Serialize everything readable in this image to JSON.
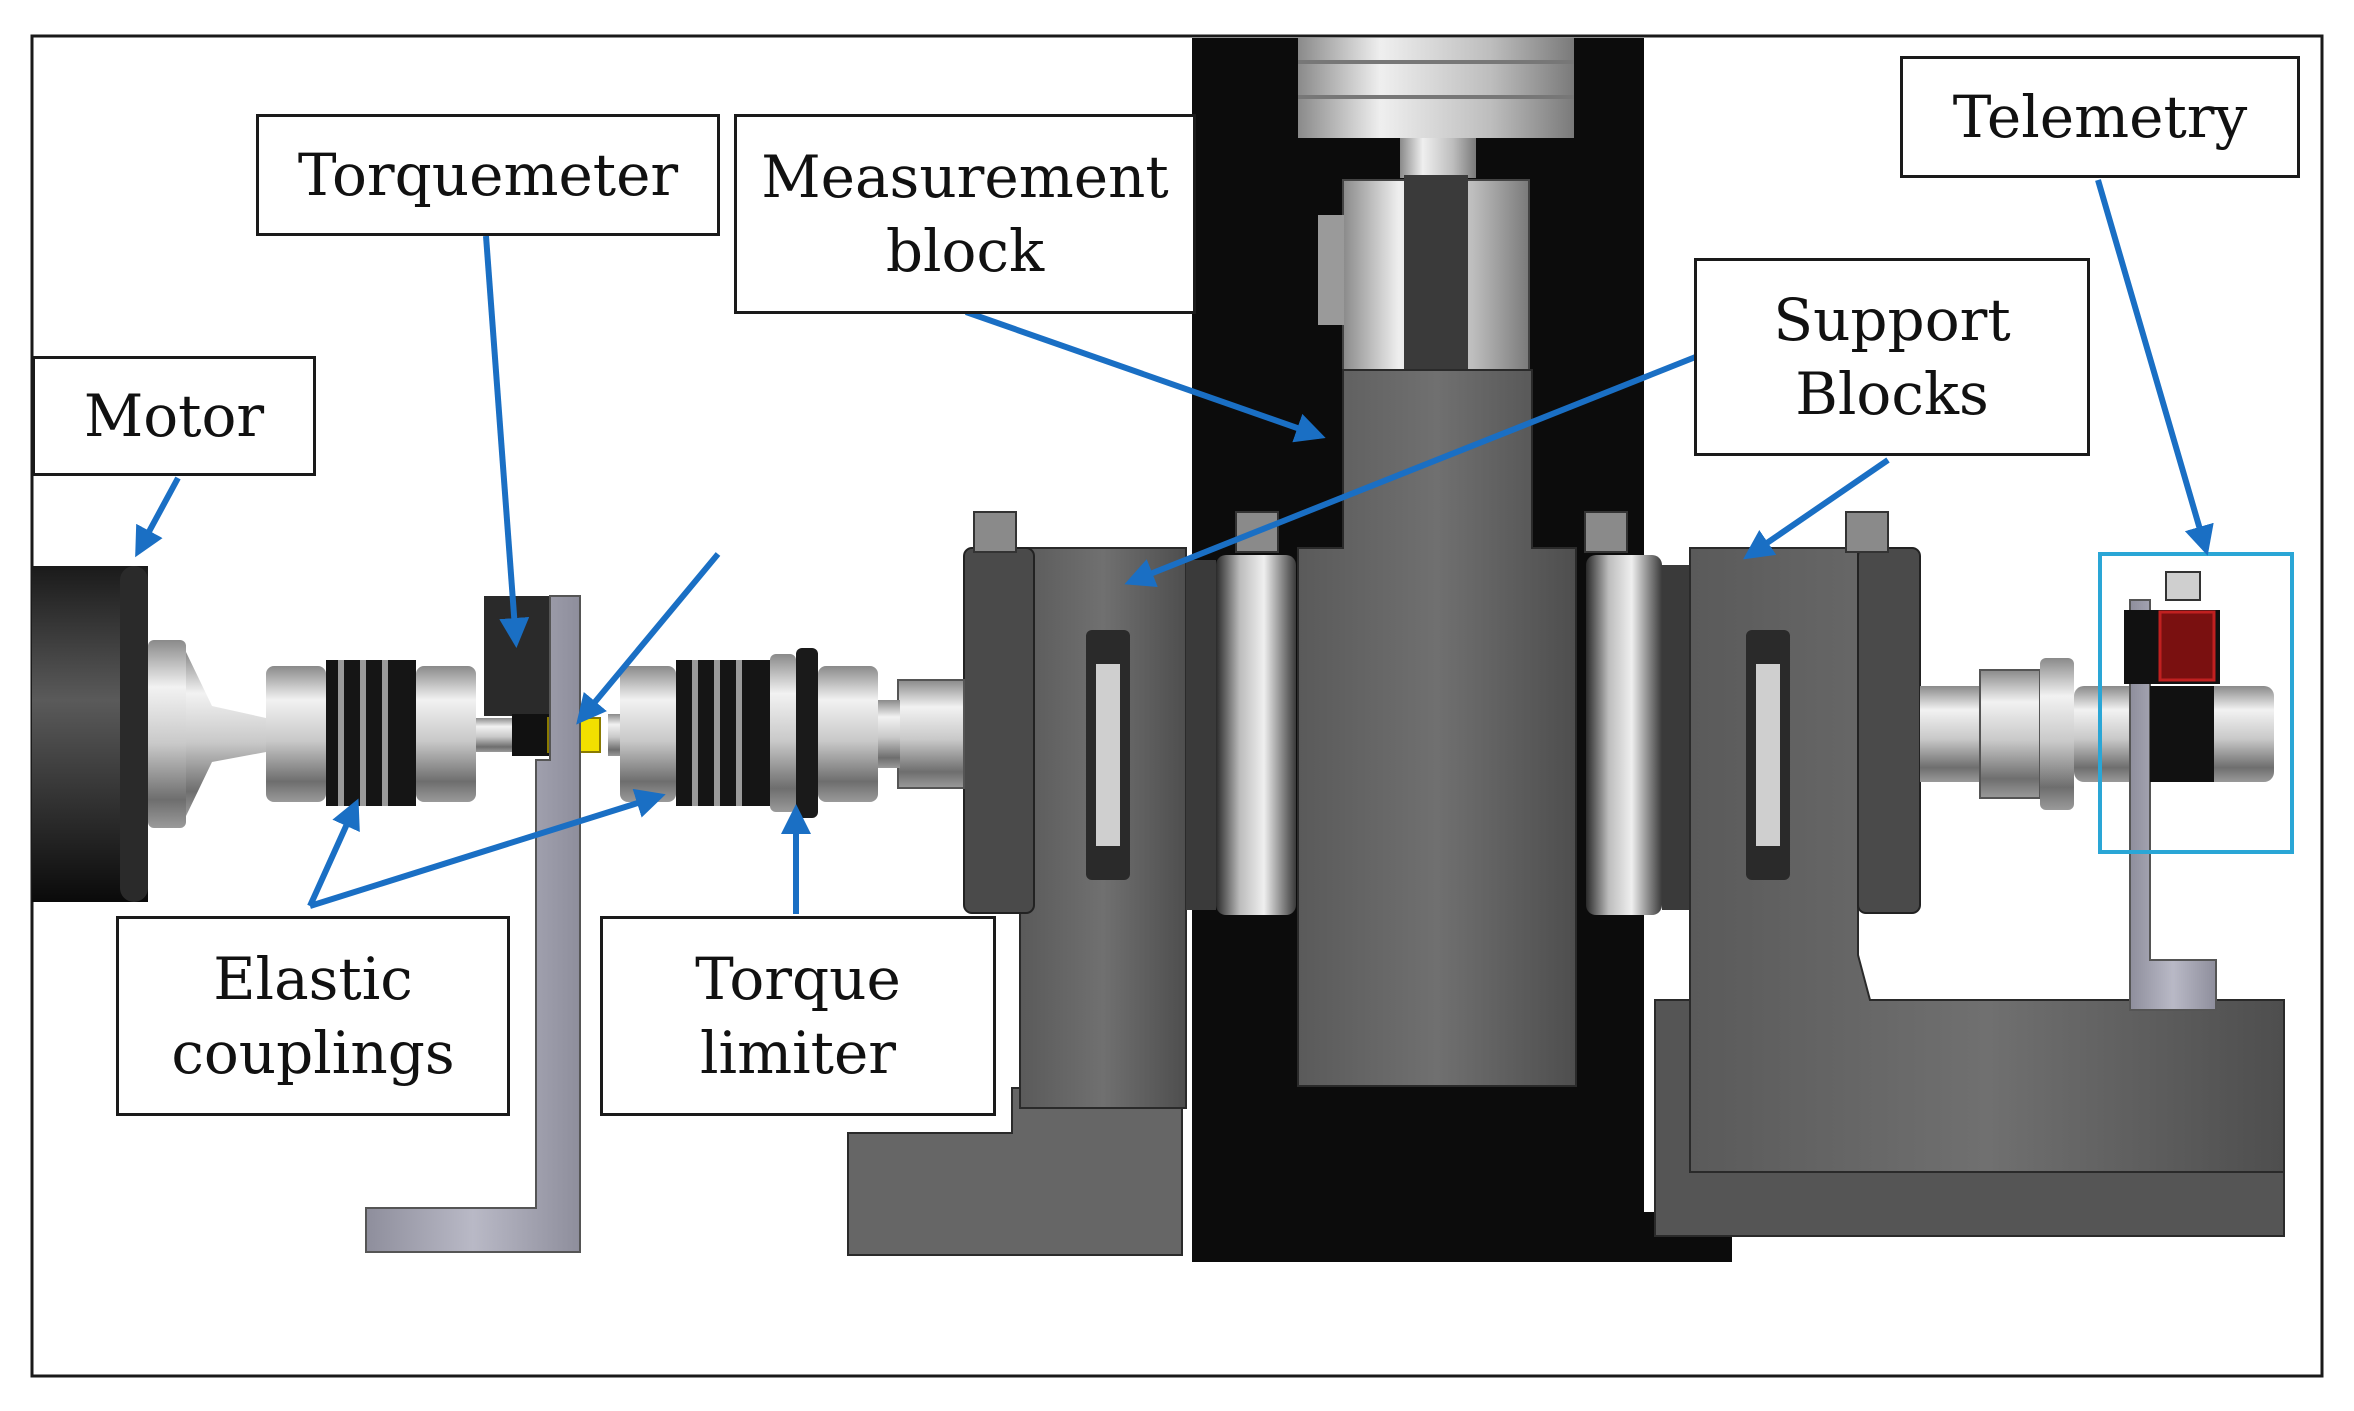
{
  "labels": {
    "motor": "Motor",
    "torquemeter": "Torquemeter",
    "measurement_block": "Measurement\nblock",
    "support_blocks": "Support\nBlocks",
    "telemetry": "Telemetry",
    "elastic_couplings": "Elastic\ncouplings",
    "torque_limiter": "Torque\nlimiter"
  },
  "colors": {
    "arrow": "#1a6fc4",
    "telemetry_box": "#2aa6d6",
    "frame_black": "#0c0c0c",
    "block_gray": "#6a6a6a",
    "steel": "#c8c8c8",
    "torquemeter_yellow": "#f2e000"
  }
}
